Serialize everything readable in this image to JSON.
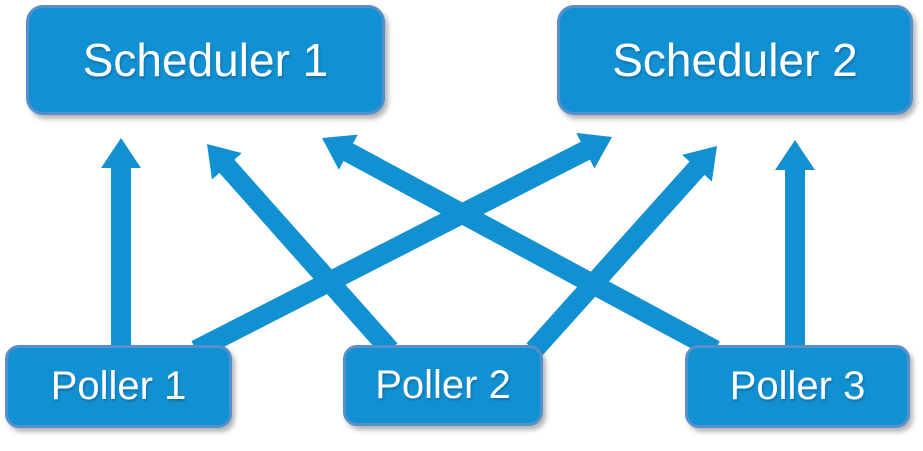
{
  "diagram": {
    "type": "topology-diagram",
    "nodes": {
      "scheduler1": {
        "label": "Scheduler 1",
        "row": "top"
      },
      "scheduler2": {
        "label": "Scheduler 2",
        "row": "top"
      },
      "poller1": {
        "label": "Poller 1",
        "row": "bottom"
      },
      "poller2": {
        "label": "Poller 2",
        "row": "bottom"
      },
      "poller3": {
        "label": "Poller 3",
        "row": "bottom"
      }
    },
    "edges": [
      {
        "from": "Poller 1",
        "to": "Scheduler 1",
        "direction": "up"
      },
      {
        "from": "Poller 2",
        "to": "Scheduler 1",
        "direction": "up"
      },
      {
        "from": "Poller 3",
        "to": "Scheduler 1",
        "direction": "up"
      },
      {
        "from": "Poller 1",
        "to": "Scheduler 2",
        "direction": "up"
      },
      {
        "from": "Poller 2",
        "to": "Scheduler 2",
        "direction": "up"
      },
      {
        "from": "Poller 3",
        "to": "Scheduler 2",
        "direction": "up"
      }
    ],
    "colors": {
      "node_fill": "#1291d2",
      "node_border": "#5590cd",
      "arrow": "#1291d2",
      "text": "#ffffff",
      "background": "#ffffff"
    }
  }
}
